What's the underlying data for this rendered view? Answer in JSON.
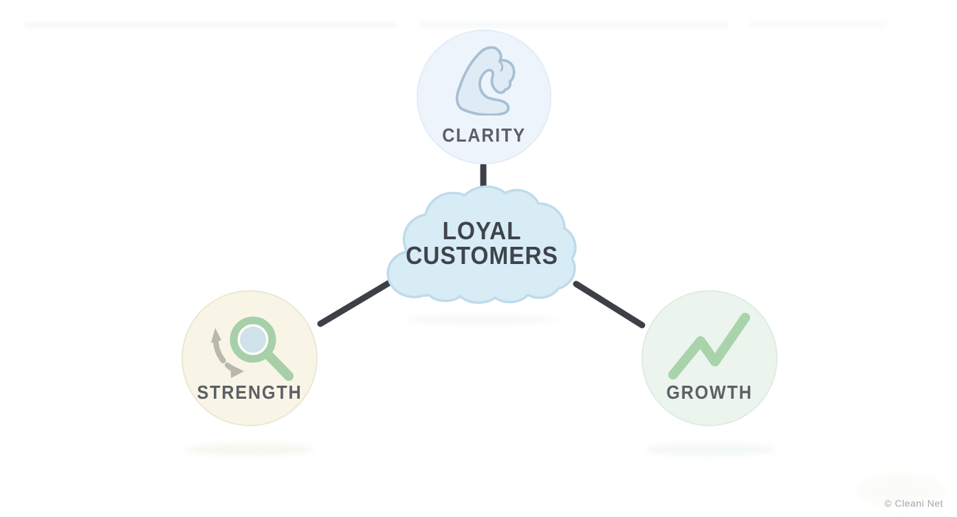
{
  "page": {
    "background": "#ffffff",
    "footer_copyright": "© Cleani Net"
  },
  "diagram": {
    "center_node": {
      "shape": "cloud",
      "line1": "LOYAL",
      "line2": "CUSTOMERS",
      "fill": "#d8ecf6",
      "border_color": "#bedbec",
      "text_color": "#3f444b"
    },
    "connector_color": "#3d4147",
    "label_color": "#5c6066",
    "nodes": {
      "clarity": {
        "label": "CLARITY",
        "icon": "flexed-bicep-icon",
        "circle_fill": "#eef4fb",
        "circle_border": "#e2ecf5",
        "icon_fill": "#dfecf6",
        "icon_stroke": "#a6bfd4"
      },
      "strength": {
        "label": "STRENGTH",
        "icon": "magnifying-glass-with-rotate-arrow-icon",
        "circle_fill": "#f8f5e7",
        "circle_border": "#eae7d3",
        "icon_color": "#a7cfa9",
        "lens_fill": "#cfe2ea",
        "arrow_color": "#b8b8ac"
      },
      "growth": {
        "label": "GROWTH",
        "icon": "trend-up-zigzag-icon",
        "circle_fill": "#ecf4ee",
        "circle_border": "#dfece2",
        "icon_color": "#a9d3aa"
      }
    }
  }
}
